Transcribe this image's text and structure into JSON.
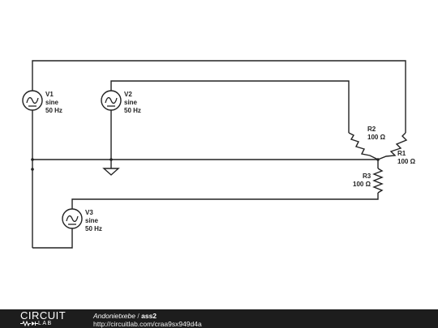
{
  "schematic": {
    "components": {
      "v1": {
        "name": "V1",
        "type": "sine",
        "freq": "50 Hz"
      },
      "v2": {
        "name": "V2",
        "type": "sine",
        "freq": "50 Hz"
      },
      "v3": {
        "name": "V3",
        "type": "sine",
        "freq": "50 Hz"
      },
      "r1": {
        "name": "R1",
        "value": "100 Ω"
      },
      "r2": {
        "name": "R2",
        "value": "100 Ω"
      },
      "r3": {
        "name": "R3",
        "value": "100 Ω"
      }
    }
  },
  "footer": {
    "logo_top": "CIRCUIT",
    "logo_bottom": "LAB",
    "author": "Andonietxebe",
    "separator": "/",
    "circuit_name": "ass2",
    "url": "http://circuitlab.com/craa9sx949d4a"
  },
  "colors": {
    "footer_bg": "#1d1d1d",
    "wire": "#222222"
  }
}
